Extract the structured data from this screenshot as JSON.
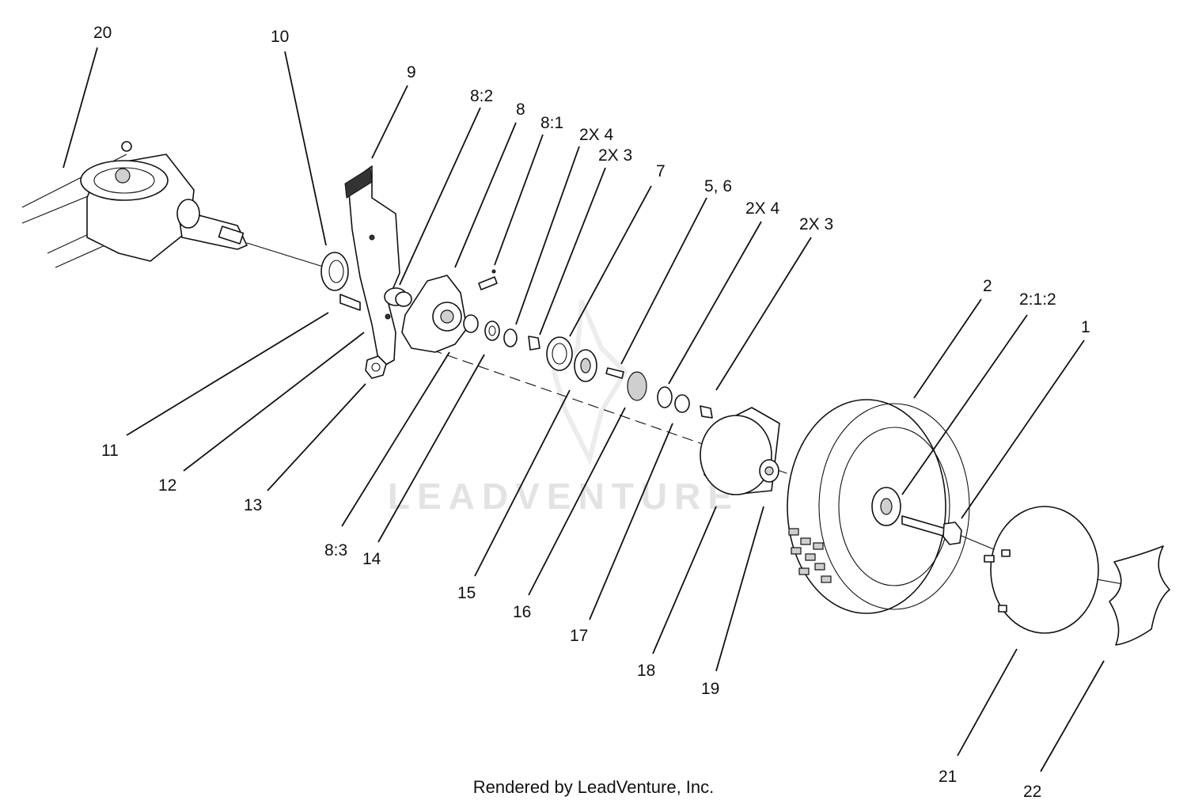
{
  "watermark": "LEADVENTURE",
  "footer": "Rendered by LeadVenture, Inc.",
  "callouts": {
    "c20": "20",
    "c10": "10",
    "c9": "9",
    "c8_2": "8:2",
    "c8": "8",
    "c8_1": "8:1",
    "c2x4_a": "2X 4",
    "c2x3_a": "2X 3",
    "c7": "7",
    "c5_6": "5, 6",
    "c2x4_b": "2X 4",
    "c2x3_b": "2X 3",
    "c2": "2",
    "c2_1_2": "2:1:2",
    "c1": "1",
    "c11": "11",
    "c12": "12",
    "c13": "13",
    "c8_3": "8:3",
    "c14": "14",
    "c15": "15",
    "c16": "16",
    "c17": "17",
    "c18": "18",
    "c19": "19",
    "c21": "21",
    "c22": "22"
  }
}
